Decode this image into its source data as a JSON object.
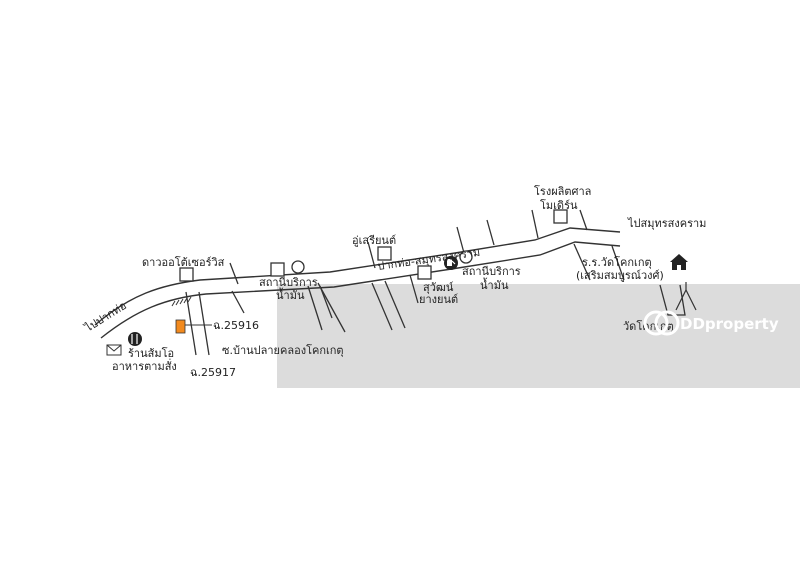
{
  "map": {
    "labels": {
      "to_pak_tho": "ไปปากท่อ",
      "to_samut_songkhram": "ไปสมุทรสงคราม",
      "main_road": "ปากท่อ-สมุทรสงคราม",
      "dao_auto": "ดาวออโต้เซอร์วิส",
      "garage": "อู่เสรียนต์",
      "factory_line1": "โรงผลิตศาล",
      "factory_line2": "โมเดิร์น",
      "gas_station_west_line1": "สถานีบริการ",
      "gas_station_west_line2": "น้ำมัน",
      "gas_station_east_line1": "สถานีบริการ",
      "gas_station_east_line2": "น้ำมัน",
      "suwat_line1": "สุวัฒน์",
      "suwat_line2": "ยางยนต์",
      "school_line1": "ร.ร.วัดโคกเกตุ",
      "school_line2": "(เสริมสมบูรณ์วงศ์)",
      "temple": "วัดโคกเกตุ",
      "restaurant_line1": "ร้านส้มโอ",
      "restaurant_line2": "อาหารตามสั่ง",
      "plot_1": "ฉ.25916",
      "plot_2": "ฉ.25917",
      "soi_name": "ซ.บ้านปลายคลองโคกเกตุ"
    },
    "icons": {
      "restaurant": "fork-knife-icon",
      "mail": "envelope-icon",
      "school": "school-building-icon",
      "gas_station": "fuel-pump-icon",
      "temple": "temple-roof-icon"
    },
    "colors": {
      "road_stroke": "#333333",
      "plot_fill": "#f28a1e",
      "overlay": "#dcdcdc"
    },
    "watermark": "DDproperty"
  }
}
